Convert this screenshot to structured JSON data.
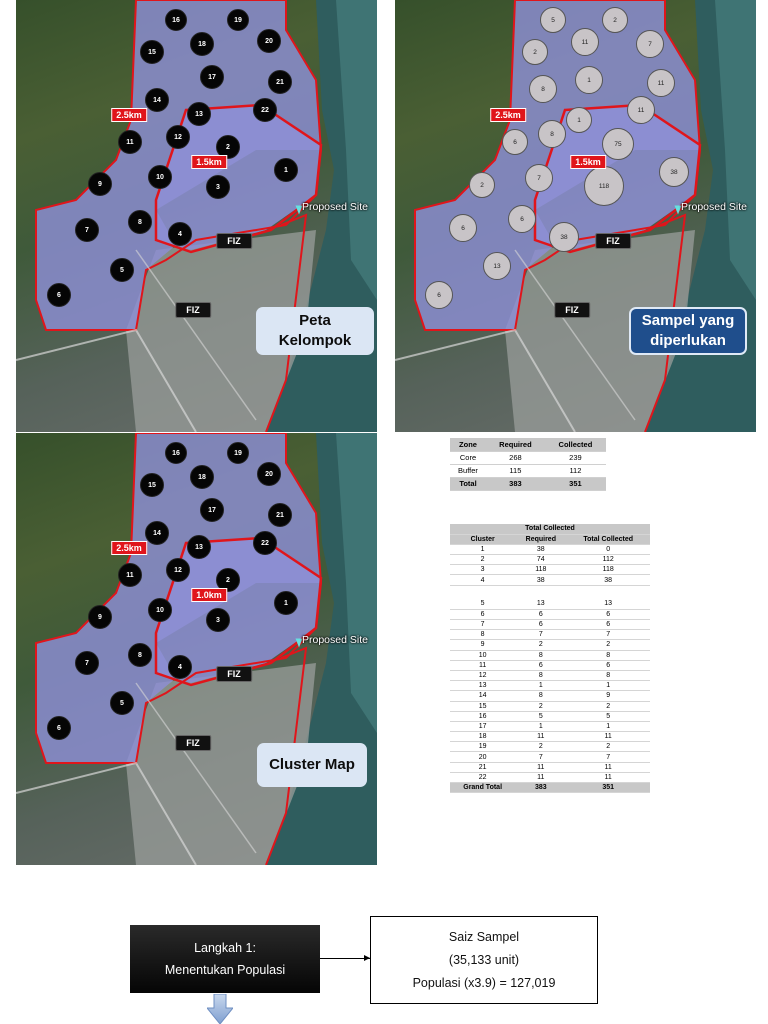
{
  "colors": {
    "boundary": "#e0151b",
    "zone_fill": "#8e8fd6",
    "water": "#2e5a5a",
    "caption_light": "#dbe6f4",
    "caption_blue": "#1f4e8c"
  },
  "maps": [
    {
      "id": "peta-kelompok",
      "caption": [
        "Peta",
        "Kelompok"
      ],
      "caption_style": "light",
      "rings": [
        "2.5km",
        "1.5km"
      ],
      "fiz": [
        "FIZ",
        "FIZ"
      ],
      "site_label": "Proposed Site",
      "marker_style": "dark",
      "markers": [
        "16",
        "19",
        "15",
        "18",
        "20",
        "17",
        "21",
        "14",
        "13",
        "22",
        "11",
        "12",
        "2",
        "10",
        "1",
        "9",
        "3",
        "8",
        "7",
        "4",
        "5",
        "6"
      ]
    },
    {
      "id": "sampel-diperlukan",
      "caption": [
        "Sampel yang",
        "diperlukan"
      ],
      "caption_style": "blue",
      "rings": [
        "2.5km",
        "1.5km"
      ],
      "fiz": [
        "FIZ",
        "FIZ"
      ],
      "site_label": "Proposed Site",
      "marker_style": "light",
      "markers": [
        "5",
        "2",
        "11",
        "2",
        "7",
        "1",
        "11",
        "8",
        "11",
        "1",
        "6",
        "8",
        "75",
        "2",
        "7",
        "118",
        "38",
        "6",
        "6",
        "38",
        "13",
        "6"
      ]
    },
    {
      "id": "cluster-map",
      "caption": [
        "Cluster Map"
      ],
      "caption_style": "light",
      "rings": [
        "2.5km",
        "1.0km"
      ],
      "fiz": [
        "FIZ",
        "FIZ"
      ],
      "site_label": "Proposed Site",
      "marker_style": "dark",
      "markers": [
        "16",
        "19",
        "15",
        "18",
        "20",
        "17",
        "21",
        "14",
        "13",
        "22",
        "11",
        "12",
        "2",
        "10",
        "1",
        "9",
        "3",
        "8",
        "7",
        "4",
        "5",
        "6"
      ]
    }
  ],
  "zone_table": {
    "headers": [
      "Zone",
      "Required",
      "Collected"
    ],
    "rows": [
      [
        "Core",
        "268",
        "239"
      ],
      [
        "Buffer",
        "115",
        "112"
      ]
    ],
    "total": [
      "Total",
      "383",
      "351"
    ]
  },
  "cluster_table": {
    "title": "Total Collected",
    "headers": [
      "Cluster",
      "Required",
      "Total Collected"
    ],
    "rows_a": [
      [
        "1",
        "38",
        "0"
      ],
      [
        "2",
        "74",
        "112"
      ],
      [
        "3",
        "118",
        "118"
      ],
      [
        "4",
        "38",
        "38"
      ]
    ],
    "rows_b": [
      [
        "5",
        "13",
        "13"
      ],
      [
        "6",
        "6",
        "6"
      ],
      [
        "7",
        "6",
        "6"
      ],
      [
        "8",
        "7",
        "7"
      ],
      [
        "9",
        "2",
        "2"
      ],
      [
        "10",
        "8",
        "8"
      ],
      [
        "11",
        "6",
        "6"
      ],
      [
        "12",
        "8",
        "8"
      ],
      [
        "13",
        "1",
        "1"
      ],
      [
        "14",
        "8",
        "9"
      ],
      [
        "15",
        "2",
        "2"
      ],
      [
        "16",
        "5",
        "5"
      ],
      [
        "17",
        "1",
        "1"
      ],
      [
        "18",
        "11",
        "11"
      ],
      [
        "19",
        "2",
        "2"
      ],
      [
        "20",
        "7",
        "7"
      ],
      [
        "21",
        "11",
        "11"
      ],
      [
        "22",
        "11",
        "11"
      ]
    ],
    "total": [
      "Grand Total",
      "383",
      "351"
    ]
  },
  "flow": {
    "step_line1": "Langkah 1:",
    "step_line2": "Menentukan Populasi",
    "box_line1": "Saiz Sampel",
    "box_line2": "(35,133 unit)",
    "box_line3": "Populasi (x3.9) = 127,019"
  }
}
